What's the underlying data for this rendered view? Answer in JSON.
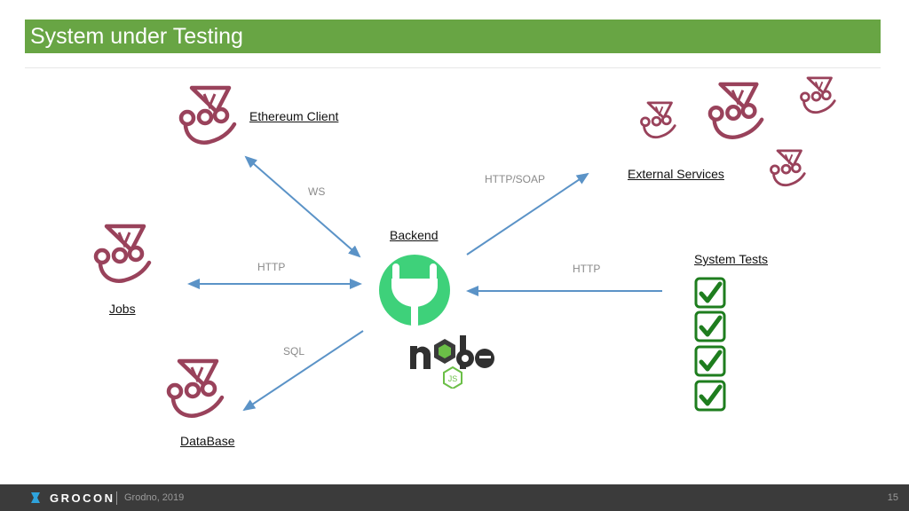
{
  "slide": {
    "title": "System under Testing",
    "accent_color": "#68a544"
  },
  "nodes": {
    "ethereum_client": "Ethereum Client",
    "external_services": "External Services",
    "backend": "Backend",
    "system_tests": "System Tests",
    "jobs": "Jobs",
    "database": "DataBase"
  },
  "edges": {
    "ws": "WS",
    "http_jobs": "HTTP",
    "http_soap": "HTTP/SOAP",
    "http_tests": "HTTP",
    "sql": "SQL"
  },
  "icons": {
    "jest": "jest-icon",
    "plug": "plug-icon",
    "nodejs": "nodejs-icon",
    "check": "checkmark-icon"
  },
  "colors": {
    "jest": "#99425b",
    "plug": "#3ed17a",
    "arrow": "#5b93c7",
    "check": "#1e7d1e"
  },
  "footer": {
    "brand": "GROCON",
    "subtitle": "Grodno, 2019",
    "page_number": "15"
  }
}
